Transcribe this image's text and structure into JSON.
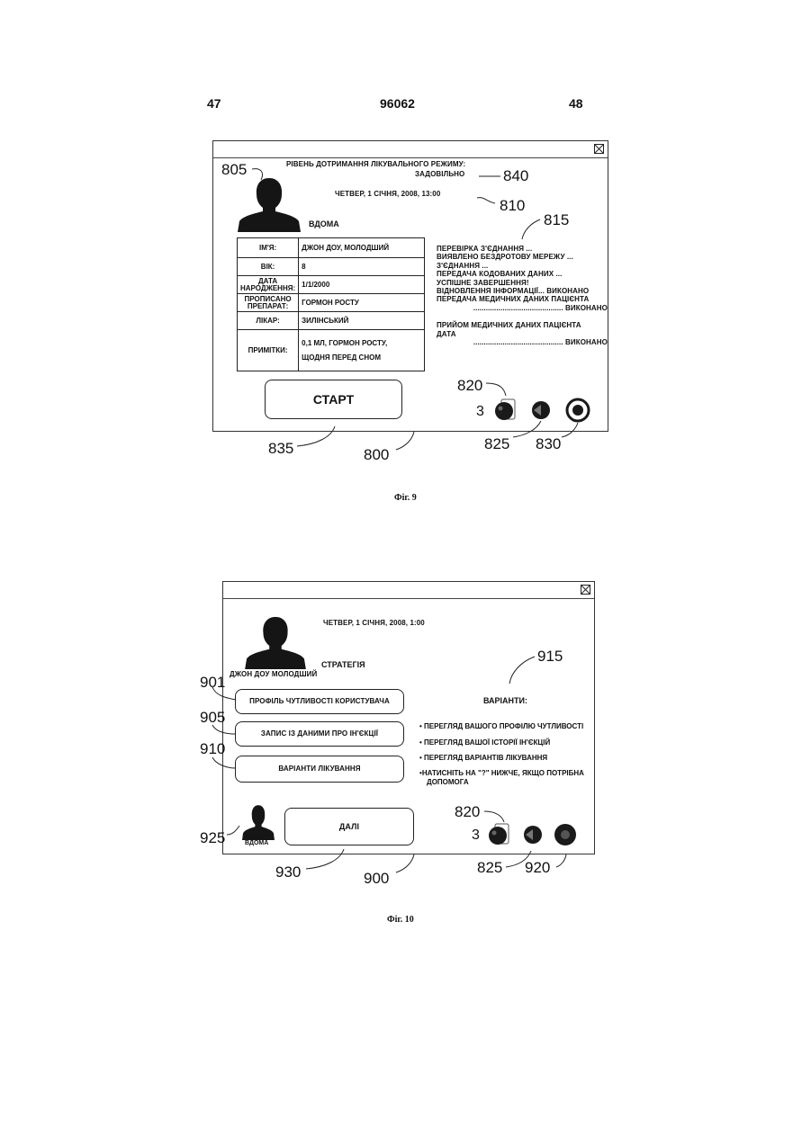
{
  "header": {
    "left_page": "47",
    "patent_number": "96062",
    "right_page": "48"
  },
  "fig9": {
    "compliance_label": "РІВЕНЬ ДОТРИМАННЯ ЛІКУВАЛЬНОГО РЕЖИМУ:",
    "compliance_value": "ЗАДОВІЛЬНО",
    "datetime": "ЧЕТВЕР, 1 СІЧНЯ, 2008, 13:00",
    "location": "ВДОМА",
    "table": {
      "name_label": "ІМ'Я:",
      "name_value": "ДЖОН ДОУ, МОЛОДШИЙ",
      "age_label": "ВІК:",
      "age_value": "8",
      "dob_label_1": "ДАТА",
      "dob_label_2": "НАРОДЖЕННЯ:",
      "dob_value": "1/1/2000",
      "drug_label_1": "ПРОПИСАНО",
      "drug_label_2": "ПРЕПАРАТ:",
      "drug_value": "ГОРМОН РОСТУ",
      "doctor_label": "ЛІКАР:",
      "doctor_value": "ЗИЛІНСЬКИЙ",
      "notes_label": "ПРИМІТКИ:",
      "notes_value_1": "0,1 МЛ, ГОРМОН РОСТУ,",
      "notes_value_2": "ЩОДНЯ ПЕРЕД СНОМ"
    },
    "log": [
      "ПЕРЕВІРКА З'ЄДНАННЯ ...",
      "ВИЯВЛЕНО БЕЗДРОТОВУ МЕРЕЖУ ...",
      "З'ЄДНАННЯ ...",
      "ПЕРЕДАЧА КОДОВАНИХ ДАНИХ ...",
      "УСПІШНЕ ЗАВЕРШЕННЯ!",
      "ВІДНОВЛЕННЯ ІНФОРМАЦІЇ... ВИКОНАНО",
      "ПЕРЕДАЧА МЕДИЧНИХ ДАНИХ ПАЦІЄНТА",
      "........................................... ВИКОНАНО",
      "ПРИЙОМ МЕДИЧНИХ ДАНИХ ПАЦІЄНТА",
      "ДАТА",
      "........................................... ВИКОНАНО"
    ],
    "start_button": "СТАРТ",
    "badge_count": "3",
    "refs": {
      "r805": "805",
      "r840": "840",
      "r810": "810",
      "r815": "815",
      "r820": "820",
      "r825": "825",
      "r830": "830",
      "r835": "835",
      "r800": "800"
    },
    "caption": "Фіг. 9"
  },
  "fig10": {
    "datetime": "ЧЕТВЕР, 1 СІЧНЯ, 2008, 1:00",
    "section": "СТРАТЕГІЯ",
    "patient_name": "ДЖОН ДОУ МОЛОДШИЙ",
    "buttons": {
      "profile": "ПРОФІЛЬ ЧУТЛИВОСТІ КОРИСТУВАЧА",
      "injections": "ЗАПИС ІЗ ДАНИМИ ПРО ІН'ЄКЦІЇ",
      "treatment": "ВАРІАНТИ ЛІКУВАННЯ",
      "next": "ДАЛІ"
    },
    "options_title": "ВАРІАНТИ:",
    "options": [
      "ПЕРЕГЛЯД ВАШОГО ПРОФІЛЮ ЧУТЛИВОСТІ",
      "ПЕРЕГЛЯД ВАШОЇ ІСТОРІЇ ІН'ЄКЦІЙ",
      "ПЕРЕГЛЯД ВАРІАНТІВ ЛІКУВАННЯ",
      "НАТИСНІТЬ НА \"?\" НИЖЧЕ, ЯКЩО ПОТРІБНА",
      "ДОПОМОГА"
    ],
    "home_label": "ВДОМА",
    "badge_count": "3",
    "refs": {
      "r901": "901",
      "r905": "905",
      "r910": "910",
      "r915": "915",
      "r820": "820",
      "r925": "925",
      "r930": "930",
      "r900": "900",
      "r825": "825",
      "r920": "920"
    },
    "caption": "Фіг. 10"
  },
  "icons": [
    "close-icon",
    "person-silhouette-icon",
    "notification-icon",
    "refresh-icon",
    "help-icon"
  ]
}
